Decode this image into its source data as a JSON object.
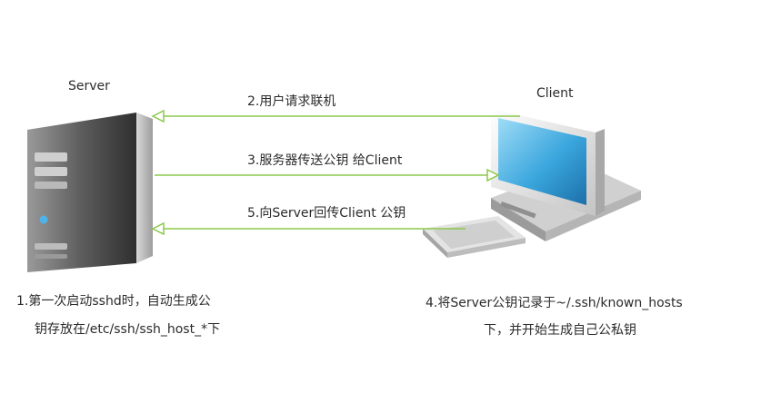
{
  "nodes": {
    "server": {
      "label": "Server"
    },
    "client": {
      "label": "Client"
    }
  },
  "messages": [
    {
      "label": "2.用户请求联机",
      "direction": "client-to-server"
    },
    {
      "label": "3.服务器传送公钥 给Client",
      "direction": "server-to-client"
    },
    {
      "label": "5.向Server回传Client 公钥",
      "direction": "client-to-server"
    }
  ],
  "notes": {
    "server": [
      "1.第一次启动sshd时，自动生成公",
      "钥存放在/etc/ssh/ssh_host_*下"
    ],
    "client": [
      "4.将Server公钥记录于~/.ssh/known_hosts",
      "下，并开始生成自己公私钥"
    ]
  },
  "colors": {
    "arrow": "#8cc84b",
    "text": "#2b2b2b",
    "monitor_screen": "#3aa6dd",
    "computer_body": "#e6e6e6"
  },
  "icons": {
    "server": "server-tower-icon",
    "client": "desktop-computer-icon"
  }
}
